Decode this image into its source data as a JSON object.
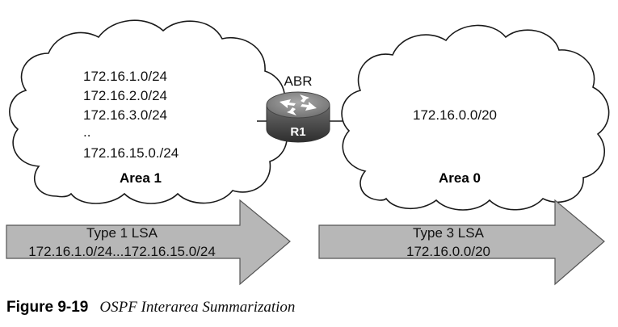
{
  "area1": {
    "networks": [
      "172.16.1.0/24",
      "172.16.2.0/24",
      "172.16.3.0/24",
      "..",
      "172.16.15.0./24"
    ],
    "label": "Area 1"
  },
  "area0": {
    "networks": [
      "172.16.0.0/20"
    ],
    "label": "Area 0"
  },
  "router": {
    "role": "ABR",
    "name": "R1"
  },
  "arrows": [
    {
      "line1": "Type 1 LSA",
      "line2": "172.16.1.0/24...172.16.15.0/24"
    },
    {
      "line1": "Type 3 LSA",
      "line2": "172.16.0.0/20"
    }
  ],
  "caption": {
    "number": "Figure 9-19",
    "title": "OSPF Interarea Summarization"
  }
}
